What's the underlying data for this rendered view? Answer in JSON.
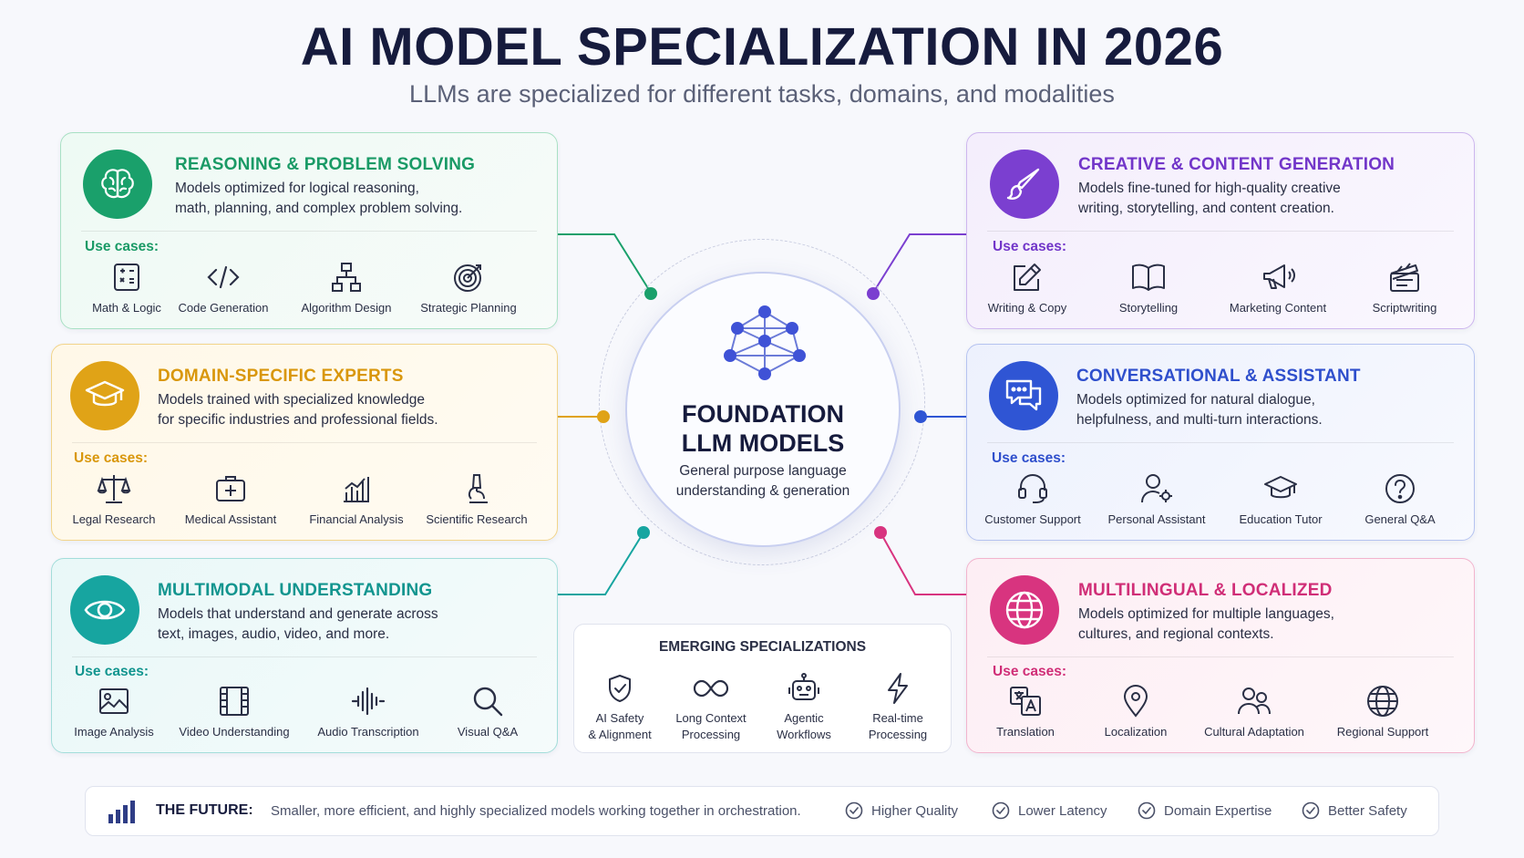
{
  "header": {
    "title": "AI MODEL SPECIALIZATION IN 2026",
    "subtitle": "LLMs are specialized for different tasks, domains, and modalities"
  },
  "center": {
    "title_line1": "FOUNDATION",
    "title_line2": "LLM MODELS",
    "desc_line1": "General purpose language",
    "desc_line2": "understanding & generation"
  },
  "use_cases_label": "Use cases:",
  "cards": {
    "reasoning": {
      "title": "REASONING & PROBLEM SOLVING",
      "desc_line1": "Models optimized for logical reasoning,",
      "desc_line2": "math, planning, and complex problem solving.",
      "color": "#1aa06b",
      "icon": "brain-icon",
      "items": [
        {
          "label": "Math & Logic",
          "icon": "calculator-icon"
        },
        {
          "label": "Code Generation",
          "icon": "code-icon"
        },
        {
          "label": "Algorithm Design",
          "icon": "flowchart-icon"
        },
        {
          "label": "Strategic Planning",
          "icon": "target-icon"
        }
      ]
    },
    "domain": {
      "title": "DOMAIN-SPECIFIC EXPERTS",
      "desc_line1": "Models trained with specialized knowledge",
      "desc_line2": "for specific industries and professional fields.",
      "color": "#e0a317",
      "icon": "graduation-cap-icon",
      "items": [
        {
          "label": "Legal Research",
          "icon": "scales-icon"
        },
        {
          "label": "Medical Assistant",
          "icon": "medical-kit-icon"
        },
        {
          "label": "Financial Analysis",
          "icon": "bar-chart-icon"
        },
        {
          "label": "Scientific Research",
          "icon": "microscope-icon"
        }
      ]
    },
    "multimodal": {
      "title": "MULTIMODAL UNDERSTANDING",
      "desc_line1": "Models that understand and generate across",
      "desc_line2": "text, images, audio, video, and more.",
      "color": "#17a5a0",
      "icon": "eye-icon",
      "items": [
        {
          "label": "Image Analysis",
          "icon": "image-icon"
        },
        {
          "label": "Video Understanding",
          "icon": "film-icon"
        },
        {
          "label": "Audio Transcription",
          "icon": "audio-wave-icon"
        },
        {
          "label": "Visual Q&A",
          "icon": "magnifier-icon"
        }
      ]
    },
    "creative": {
      "title": "CREATIVE & CONTENT GENERATION",
      "desc_line1": "Models fine-tuned for high-quality creative",
      "desc_line2": "writing, storytelling, and content creation.",
      "color": "#7b3fd0",
      "icon": "paintbrush-icon",
      "items": [
        {
          "label": "Writing & Copy",
          "icon": "edit-icon"
        },
        {
          "label": "Storytelling",
          "icon": "book-icon"
        },
        {
          "label": "Marketing Content",
          "icon": "megaphone-icon"
        },
        {
          "label": "Scriptwriting",
          "icon": "clapperboard-icon"
        }
      ]
    },
    "conversational": {
      "title": "CONVERSATIONAL & ASSISTANT",
      "desc_line1": "Models optimized for natural dialogue,",
      "desc_line2": "helpfulness, and multi-turn interactions.",
      "color": "#2f55d4",
      "icon": "chat-bubble-icon",
      "items": [
        {
          "label": "Customer Support",
          "icon": "headset-icon"
        },
        {
          "label": "Personal Assistant",
          "icon": "user-gear-icon"
        },
        {
          "label": "Education Tutor",
          "icon": "graduation-cap-icon"
        },
        {
          "label": "General Q&A",
          "icon": "question-icon"
        }
      ]
    },
    "multilingual": {
      "title": "MULTILINGUAL & LOCALIZED",
      "desc_line1": "Models optimized for multiple languages,",
      "desc_line2": "cultures, and regional contexts.",
      "color": "#d8347f",
      "icon": "globe-icon",
      "items": [
        {
          "label": "Translation",
          "icon": "translate-icon"
        },
        {
          "label": "Localization",
          "icon": "map-pin-icon"
        },
        {
          "label": "Cultural Adaptation",
          "icon": "people-icon"
        },
        {
          "label": "Regional Support",
          "icon": "globe-icon"
        }
      ]
    }
  },
  "emerging": {
    "title": "EMERGING SPECIALIZATIONS",
    "items": [
      {
        "line1": "AI Safety",
        "line2": "& Alignment",
        "icon": "shield-check-icon"
      },
      {
        "line1": "Long Context",
        "line2": "Processing",
        "icon": "infinity-icon"
      },
      {
        "line1": "Agentic",
        "line2": "Workflows",
        "icon": "robot-icon"
      },
      {
        "line1": "Real-time",
        "line2": "Processing",
        "icon": "lightning-icon"
      }
    ]
  },
  "future": {
    "label": "THE FUTURE:",
    "text": "Smaller, more efficient, and highly specialized models working together in orchestration.",
    "benefits": [
      "Higher Quality",
      "Lower Latency",
      "Domain Expertise",
      "Better Safety"
    ]
  }
}
